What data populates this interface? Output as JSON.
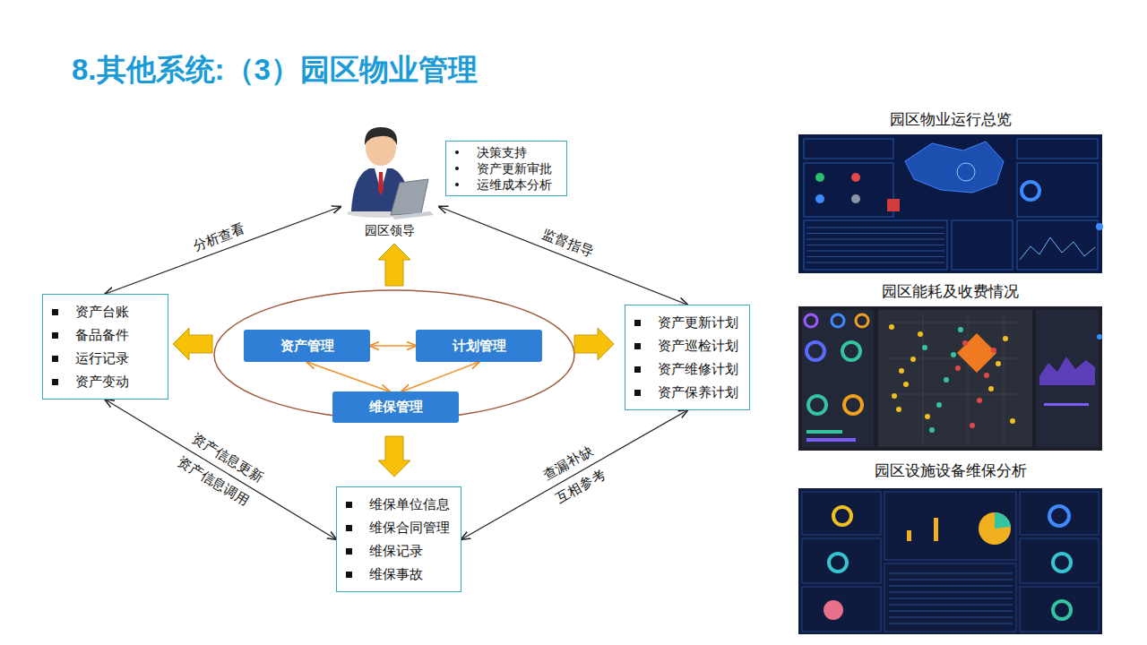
{
  "diagram": {
    "title": "8.其他系统:（3）园区物业管理",
    "nodes": [
      {
        "text": [
          "园区领导"
        ]
      },
      {
        "text": [
          "决策支持",
          "资产更新审批",
          "运维成本分析"
        ]
      },
      {
        "text": [
          "资产台账",
          "备品备件",
          "运行记录",
          "资产变动"
        ]
      },
      {
        "text": [
          "资产管理"
        ]
      },
      {
        "text": [
          "计划管理"
        ]
      },
      {
        "text": [
          "维保管理"
        ]
      },
      {
        "text": [
          "资产更新计划",
          "资产巡检计划",
          "资产维修计划",
          "资产保养计划"
        ]
      },
      {
        "text": [
          "维保单位信息",
          "维保合同管理",
          "维保记录",
          "维保事故"
        ]
      },
      {
        "text": [
          "园区物业运行总览"
        ]
      },
      {
        "text": [
          "园区能耗及收费情况"
        ]
      },
      {
        "text": [
          "园区设施设备维保分析"
        ]
      }
    ],
    "edges": [
      {
        "from": 0,
        "to": 2,
        "arrow": "both",
        "label": "分析查看"
      },
      {
        "from": 0,
        "to": 6,
        "arrow": "both",
        "label": "监督指导"
      },
      {
        "from": 2,
        "to": 7,
        "arrow": "both",
        "label": "资产信息更新"
      },
      {
        "from": 6,
        "to": 7,
        "arrow": "both",
        "label": "查漏补缺"
      },
      {
        "from": 3,
        "to": 4,
        "arrow": "both"
      },
      {
        "from": 3,
        "to": 5,
        "arrow": "both"
      },
      {
        "from": 4,
        "to": 5,
        "arrow": "both"
      }
    ],
    "labels": [
      "资产信息调用",
      "互相参考"
    ]
  }
}
